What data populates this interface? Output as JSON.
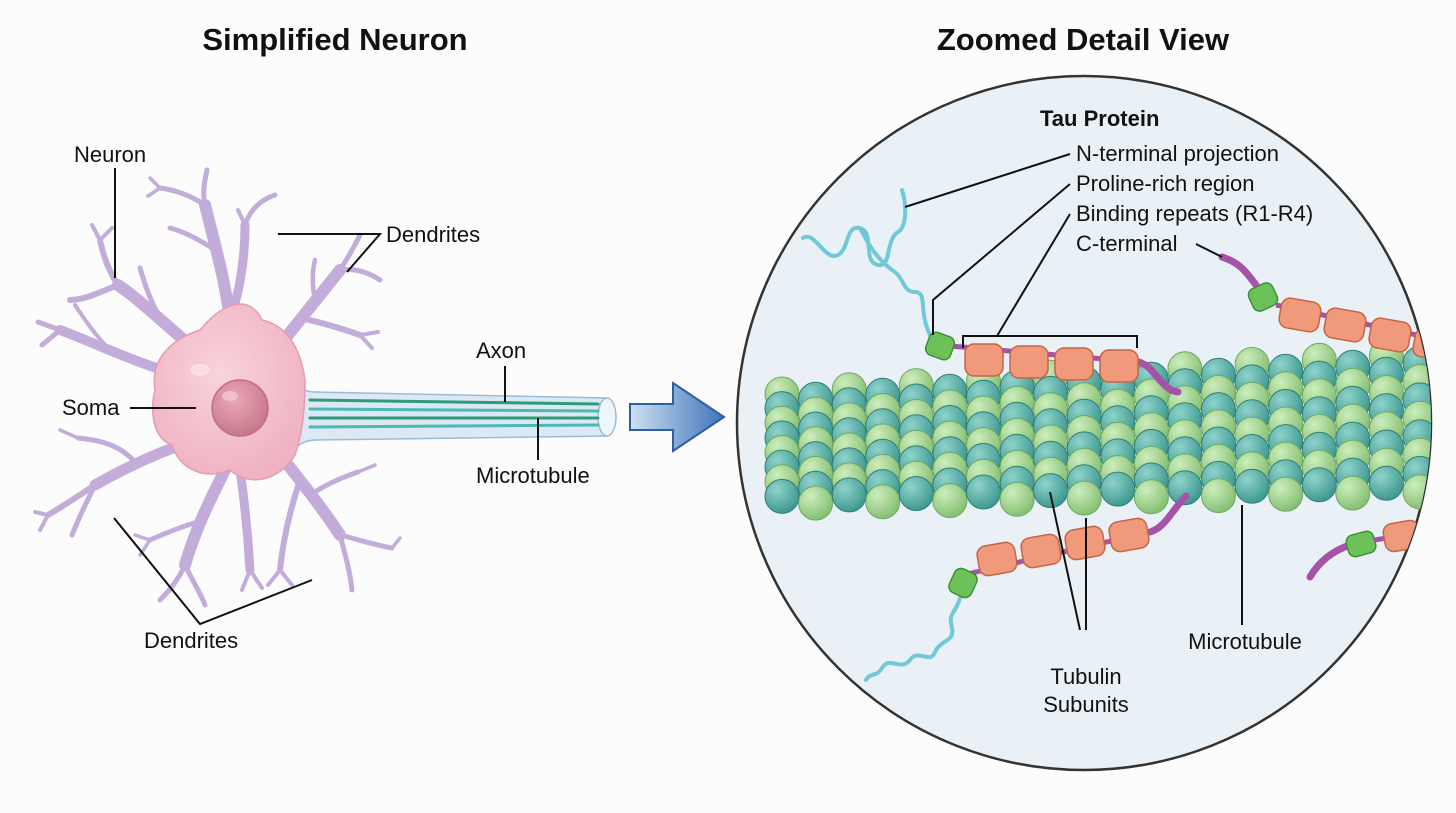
{
  "titles": {
    "left": "Simplified Neuron",
    "right": "Zoomed Detail View"
  },
  "neuron_labels": {
    "neuron": "Neuron",
    "dendrites_top": "Dendrites",
    "soma": "Soma",
    "axon": "Axon",
    "microtubule": "Microtubule",
    "dendrites_bottom": "Dendrites"
  },
  "detail_labels": {
    "tau_protein": "Tau Protein",
    "n_terminal": "N-terminal projection",
    "proline_rich": "Proline-rich region",
    "binding_repeats": "Binding repeats (R1-R4)",
    "c_terminal": "C-terminal",
    "tubulin_line1": "Tubulin",
    "tubulin_line2": "Subunits",
    "microtubule": "Microtubule"
  },
  "colors": {
    "dendrite": "#c9b3de",
    "dendrite_stroke": "#a58cc4",
    "soma": "#f3bfcc",
    "nucleus": "#d9879a",
    "axon": "#dbe9f4",
    "microtubule_line": "#2f9a7c",
    "arrow": "#4a7fc1",
    "tubulin_teal": "#5fb3ac",
    "tubulin_green": "#a8d597",
    "tau_binding": "#f19a7b",
    "tau_proline": "#6cc259",
    "tau_nterminal": "#6fc9d8",
    "tau_cterminal": "#a553a8",
    "circle_bg": "#eaf1f6"
  }
}
